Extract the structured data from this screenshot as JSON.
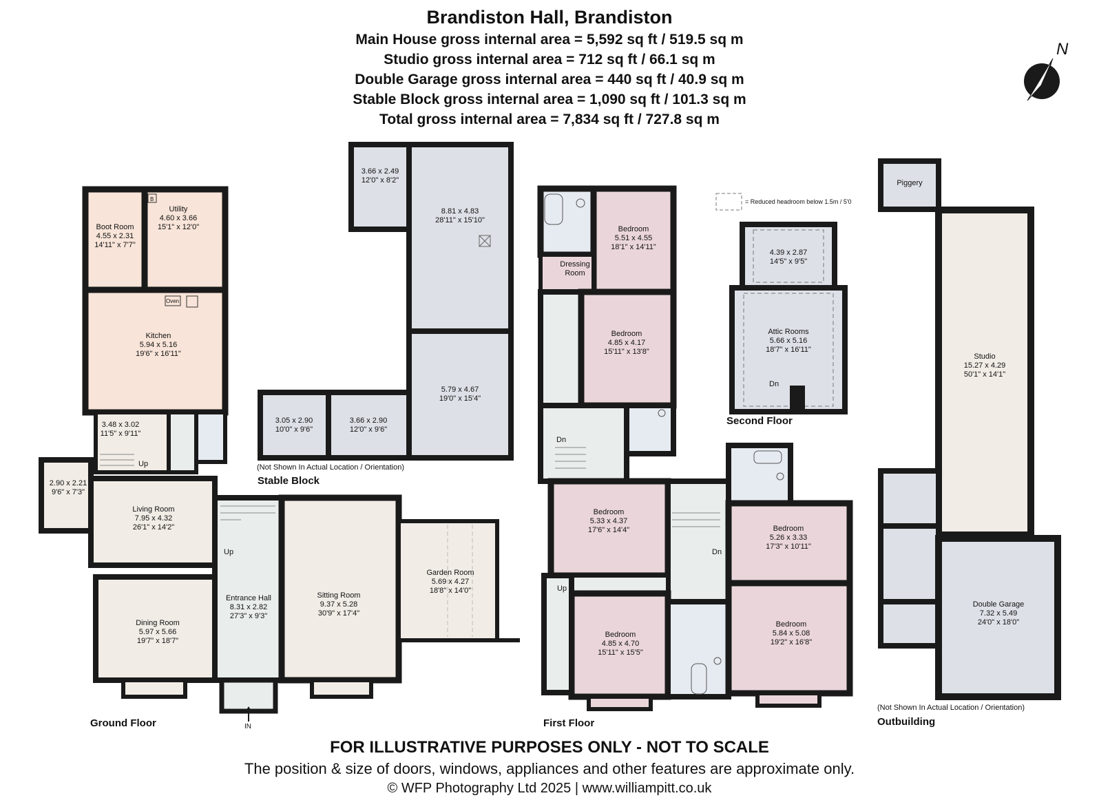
{
  "header": {
    "title": "Brandiston Hall, Brandiston",
    "areas": [
      "Main House gross internal area = 5,592 sq ft / 519.5 sq m",
      "Studio gross internal area = 712 sq ft / 66.1 sq m",
      "Double Garage gross internal area = 440 sq ft / 40.9 sq m",
      "Stable Block gross internal area = 1,090 sq ft / 101.3 sq m",
      "Total gross internal area = 7,834 sq ft / 727.8 sq m"
    ]
  },
  "compass": {
    "label": "N"
  },
  "legend": {
    "text": "= Reduced headroom below 1.5m / 5'0"
  },
  "colors": {
    "wall": "#1a1a1a",
    "service_rooms": "#f8e4d8",
    "bedrooms": "#ead6da",
    "grey_rooms": "#dde1e7",
    "bath_rooms": "#e6ebf1",
    "living_rooms": "#f1ece6",
    "hall_rooms": "#e9eeed",
    "outbuilding_rooms": "#f1ece6"
  },
  "floors": {
    "ground": "Ground Floor",
    "first": "First Floor",
    "second": "Second Floor",
    "stable": "Stable Block",
    "outbuilding": "Outbuilding"
  },
  "notes": {
    "stable": "(Not Shown In Actual Location / Orientation)",
    "outbuilding": "(Not Shown In Actual Location / Orientation)"
  },
  "markers": {
    "in": "IN",
    "up": "Up",
    "dn": "Dn",
    "oven": "Oven",
    "boiler": "B"
  },
  "rooms": {
    "boot_room": {
      "name": "Boot Room",
      "metric": "4.55 x 2.31",
      "imperial": "14'11\" x 7'7\""
    },
    "utility": {
      "name": "Utility",
      "metric": "4.60 x 3.66",
      "imperial": "15'1\" x 12'0\""
    },
    "kitchen": {
      "name": "Kitchen",
      "metric": "5.94 x 5.16",
      "imperial": "19'6\" x 16'11\""
    },
    "gf_small": {
      "name": "",
      "metric": "3.48 x 3.02",
      "imperial": "11'5\" x 9'11\""
    },
    "gf_tiny": {
      "name": "",
      "metric": "2.90 x 2.21",
      "imperial": "9'6\" x 7'3\""
    },
    "living": {
      "name": "Living Room",
      "metric": "7.95 x 4.32",
      "imperial": "26'1\" x 14'2\""
    },
    "dining": {
      "name": "Dining Room",
      "metric": "5.97 x 5.66",
      "imperial": "19'7\" x 18'7\""
    },
    "entrance": {
      "name": "Entrance Hall",
      "metric": "8.31 x 2.82",
      "imperial": "27'3\" x 9'3\""
    },
    "sitting": {
      "name": "Sitting Room",
      "metric": "9.37 x 5.28",
      "imperial": "30'9\" x 17'4\""
    },
    "garden": {
      "name": "Garden Room",
      "metric": "5.69 x 4.27",
      "imperial": "18'8\" x 14'0\""
    },
    "stable_a": {
      "name": "",
      "metric": "3.66 x 2.49",
      "imperial": "12'0\" x 8'2\""
    },
    "stable_b": {
      "name": "",
      "metric": "8.81 x 4.83",
      "imperial": "28'11\" x 15'10\""
    },
    "stable_c": {
      "name": "",
      "metric": "5.79 x 4.67",
      "imperial": "19'0\" x 15'4\""
    },
    "stable_d": {
      "name": "",
      "metric": "3.05 x 2.90",
      "imperial": "10'0\" x 9'6\""
    },
    "stable_e": {
      "name": "",
      "metric": "3.66 x 2.90",
      "imperial": "12'0\" x 9'6\""
    },
    "bed1": {
      "name": "Bedroom",
      "metric": "5.51 x 4.55",
      "imperial": "18'1\" x 14'11\""
    },
    "dressing": {
      "name": "Dressing\nRoom"
    },
    "bed2": {
      "name": "Bedroom",
      "metric": "4.85 x 4.17",
      "imperial": "15'11\" x 13'8\""
    },
    "bed3": {
      "name": "Bedroom",
      "metric": "5.33 x 4.37",
      "imperial": "17'6\" x 14'4\""
    },
    "bed4": {
      "name": "Bedroom",
      "metric": "5.26 x 3.33",
      "imperial": "17'3\" x 10'11\""
    },
    "bed5": {
      "name": "Bedroom",
      "metric": "4.85 x 4.70",
      "imperial": "15'11\" x 15'5\""
    },
    "bed6": {
      "name": "Bedroom",
      "metric": "5.84 x 5.08",
      "imperial": "19'2\" x 16'8\""
    },
    "attic_top": {
      "name": "",
      "metric": "4.39 x 2.87",
      "imperial": "14'5\" x 9'5\""
    },
    "attic": {
      "name": "Attic Rooms",
      "metric": "5.66 x 5.16",
      "imperial": "18'7\" x 16'11\""
    },
    "piggery": {
      "name": "Piggery"
    },
    "studio": {
      "name": "Studio",
      "metric": "15.27 x 4.29",
      "imperial": "50'1\" x 14'1\""
    },
    "garage": {
      "name": "Double Garage",
      "metric": "7.32 x 5.49",
      "imperial": "24'0\" x 18'0\""
    }
  },
  "footer": {
    "disclaimer": "FOR ILLUSTRATIVE PURPOSES ONLY - NOT TO SCALE",
    "approx": "The position & size of doors, windows, appliances and other features are approximate only.",
    "copyright": "© WFP Photography Ltd 2025 | www.williampitt.co.uk"
  }
}
